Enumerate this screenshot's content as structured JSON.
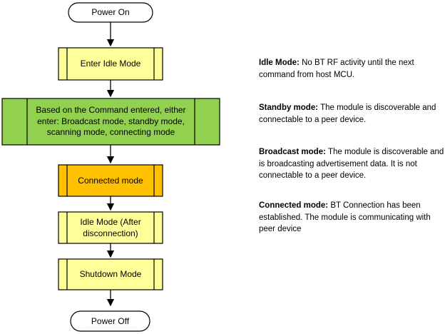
{
  "flow": {
    "power_on": "Power On",
    "enter_idle": "Enter Idle Mode",
    "command": "Based on the Command entered, either enter: Broadcast mode, standby mode, scanning mode, connecting mode",
    "connected": "Connected mode",
    "idle_after": "Idle Mode (After disconnection)",
    "shutdown": "Shutdown Mode",
    "power_off": "Power Off"
  },
  "descriptions": [
    {
      "term": "Idle Mode:",
      "text": "No BT RF activity until the next command from host MCU."
    },
    {
      "term": "Standby mode:",
      "text": "The module is discoverable and connectable to a peer device."
    },
    {
      "term": "Broadcast mode:",
      "text": "The module is discoverable and is broadcasting advertisement data. It is not connectable to a peer device."
    },
    {
      "term": "Connected mode:",
      "text": "BT Connection has been established. The module is communicating with peer device"
    }
  ],
  "colors": {
    "light_yellow": "#ffff99",
    "green": "#92d050",
    "orange": "#ffc000",
    "terminal_fill": "#ffffff",
    "stroke": "#000000"
  }
}
